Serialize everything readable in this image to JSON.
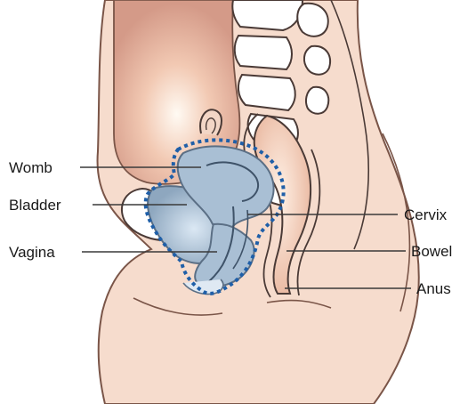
{
  "diagram": {
    "labels": {
      "womb": "Womb",
      "bladder": "Bladder",
      "vagina": "Vagina",
      "cervix": "Cervix",
      "bowel": "Bowel",
      "anus": "Anus"
    },
    "colors": {
      "skin": "#f6dccd",
      "skin_outline": "#7a5548",
      "abdomen_inner": "#d9a08e",
      "abdomen_glow": "#fff4ea",
      "bone": "#ffffff",
      "bone_outline": "#4a3a36",
      "organ_fill": "#a9bfd4",
      "organ_outline": "#5b6f85",
      "dotted_outline": "#1f5fa8",
      "bowel_fill": "#f1c9b6",
      "leader": "#3a3a3a"
    }
  }
}
